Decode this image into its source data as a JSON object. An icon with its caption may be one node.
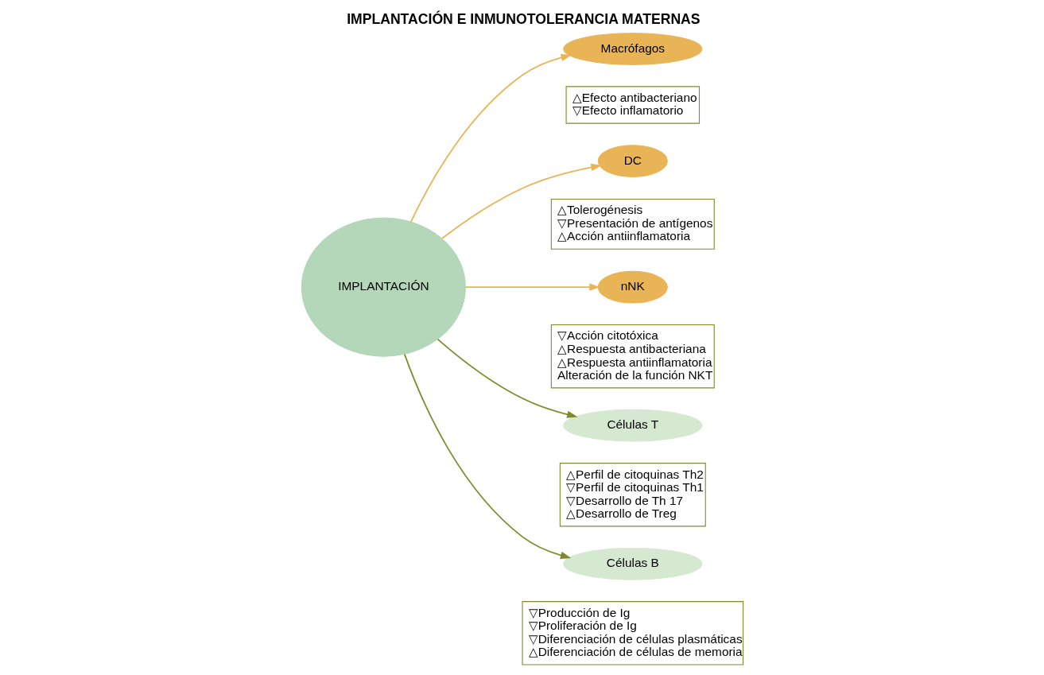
{
  "diagram": {
    "title": "IMPLANTACIÓN E INMUNOTOLERANCIA MATERNAS",
    "nodes": [
      {
        "text": [
          "IMPLANTACIÓN"
        ]
      },
      {
        "text": [
          "Macrófagos"
        ]
      },
      {
        "text": [
          "△Efecto antibacteriano",
          "▽Efecto inflamatorio"
        ]
      },
      {
        "text": [
          "DC"
        ]
      },
      {
        "text": [
          "△Tolerogénesis",
          "▽Presentación de antígenos",
          "△Acción antiinflamatoria"
        ]
      },
      {
        "text": [
          "nNK"
        ]
      },
      {
        "text": [
          "▽Acción citotóxica",
          "△Respuesta antibacteriana",
          "△Respuesta antiinflamatoria",
          "Alteración de la función NKT"
        ]
      },
      {
        "text": [
          "Células T"
        ]
      },
      {
        "text": [
          "△Perfil de citoquinas Th2",
          "▽Perfil de citoquinas Th1",
          "▽Desarrollo de Th 17",
          "△Desarrollo de Treg"
        ]
      },
      {
        "text": [
          "Células B"
        ]
      },
      {
        "text": [
          "▽Producción de Ig",
          "▽Proliferación de Ig",
          "▽Diferenciación de células plasmáticas",
          "△Diferenciación de células de memoria"
        ]
      }
    ],
    "edges": [
      {
        "from": 0,
        "to": 1,
        "arrow": "to"
      },
      {
        "from": 0,
        "to": 3,
        "arrow": "to"
      },
      {
        "from": 0,
        "to": 5,
        "arrow": "to"
      },
      {
        "from": 0,
        "to": 7,
        "arrow": "to",
        "color": "#7f8a2e"
      },
      {
        "from": 0,
        "to": 9,
        "arrow": "to",
        "color": "#7f8a2e"
      }
    ]
  }
}
